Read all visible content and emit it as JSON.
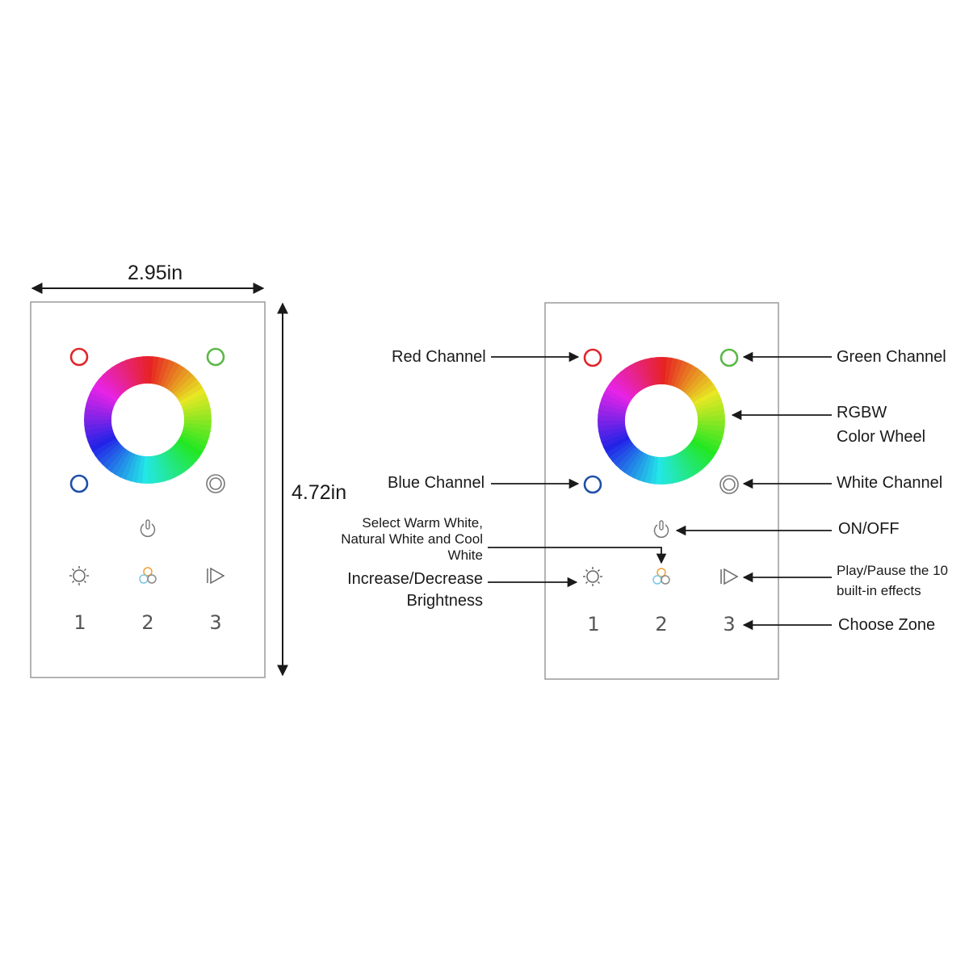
{
  "dimensions": {
    "width": "2.95in",
    "height": "4.72in"
  },
  "zones": [
    "1",
    "2",
    "3"
  ],
  "colors": {
    "red": "#e0252b",
    "green": "#5cb848",
    "blue": "#1f4fa8",
    "white_ring": "#777777",
    "panel_border": "#9a9a9a",
    "line": "#1a1a1a"
  },
  "icons": [
    "red-channel-icon",
    "green-channel-icon",
    "blue-channel-icon",
    "white-channel-icon",
    "power-icon",
    "brightness-icon",
    "white-select-icon",
    "play-pause-icon",
    "color-wheel"
  ],
  "labels": {
    "red_channel": "Red Channel",
    "green_channel": "Green Channel",
    "rgbw_line1": "RGBW",
    "rgbw_line2": "Color Wheel",
    "blue_channel": "Blue Channel",
    "white_channel": "White Channel",
    "on_off": "ON/OFF",
    "select_white_line1": "Select Warm White,",
    "select_white_line2": "Natural White and Cool",
    "select_white_line3": "White",
    "brightness_line1": "Increase/Decrease",
    "brightness_line2": "Brightness",
    "play_line1": "Play/Pause the 10",
    "play_line2": "built-in effects",
    "choose_zone": "Choose Zone"
  }
}
